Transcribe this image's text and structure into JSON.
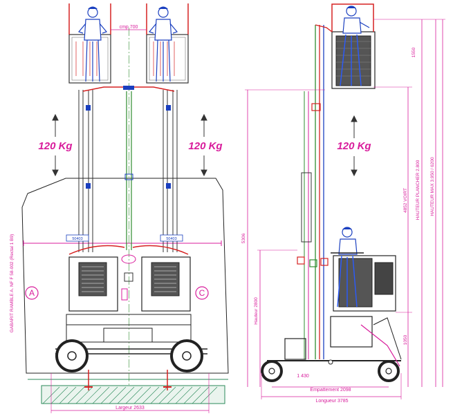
{
  "front_view": {
    "load_left": "120 Kg",
    "load_right": "120 Kg",
    "top_spacing": "cmp 700",
    "left_label": "50403",
    "right_label": "50403",
    "marker_left": "A",
    "marker_right": "C",
    "side_note": "GABARIT RAMBLE A. NF F 58-002 (Rectal 1 B9)",
    "width_label": "Largeur 2633"
  },
  "side_view": {
    "load": "120 Kg",
    "platform_height": "1550",
    "total_height": "5306",
    "bucket_note": "4852 VOIRT",
    "tower_note_1": "HAUTEUR PLANCHER 2.800",
    "tower_note_2": "HAUTEUR MAX 3.950 / 6200",
    "lower_height": "Hauteur 2800",
    "lower_right": "1050",
    "axle": "1 430",
    "wheelbase": "Empattement 2098",
    "length": "Longueur 3785"
  },
  "colors": {
    "dimension": "#d81b9b",
    "structure": "#1a3fbf",
    "mast_green": "#2e8b2e",
    "railing_red": "#d62020",
    "ground_hatch": "#2b8a5a"
  }
}
